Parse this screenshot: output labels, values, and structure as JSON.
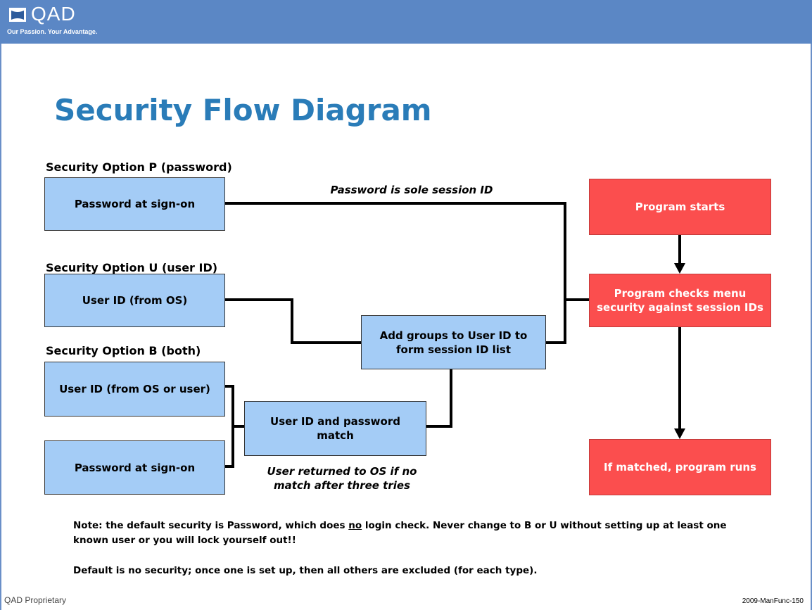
{
  "header": {
    "logo_text": "QAD",
    "tagline": "Our Passion. Your Advantage."
  },
  "title": "Security Flow Diagram",
  "sections": {
    "p": "Security Option P (password)",
    "u": "Security Option U (user ID)",
    "b": "Security Option B (both)"
  },
  "boxes": {
    "password_p": "Password at sign-on",
    "userid_u": "User ID (from OS)",
    "userid_b": "User ID (from OS or user)",
    "password_b": "Password at sign-on",
    "match": "User ID and password match",
    "groups": "Add groups to User ID to form session ID list",
    "program_starts": "Program starts",
    "program_checks": "Program checks menu security against session IDs",
    "program_runs": "If matched, program runs"
  },
  "captions": {
    "sole_session": "Password is sole session ID",
    "returned": "User returned to OS if no match after three tries"
  },
  "notes": {
    "line1_pre": "Note: the default security is Password, which does ",
    "line1_underlined": "no",
    "line1_post": " login check. Never change to B or U without setting up at least one known user or you will lock yourself out!!",
    "line2": "Default is no security; once one is set up, then all others are excluded (for each type)."
  },
  "footer": {
    "left": "QAD Proprietary",
    "right": "2009-ManFunc-150"
  },
  "colors": {
    "header": "#5b87c5",
    "title": "#2a7cb8",
    "blue_box": "#a4ccf6",
    "red_box": "#fb4e4e"
  }
}
